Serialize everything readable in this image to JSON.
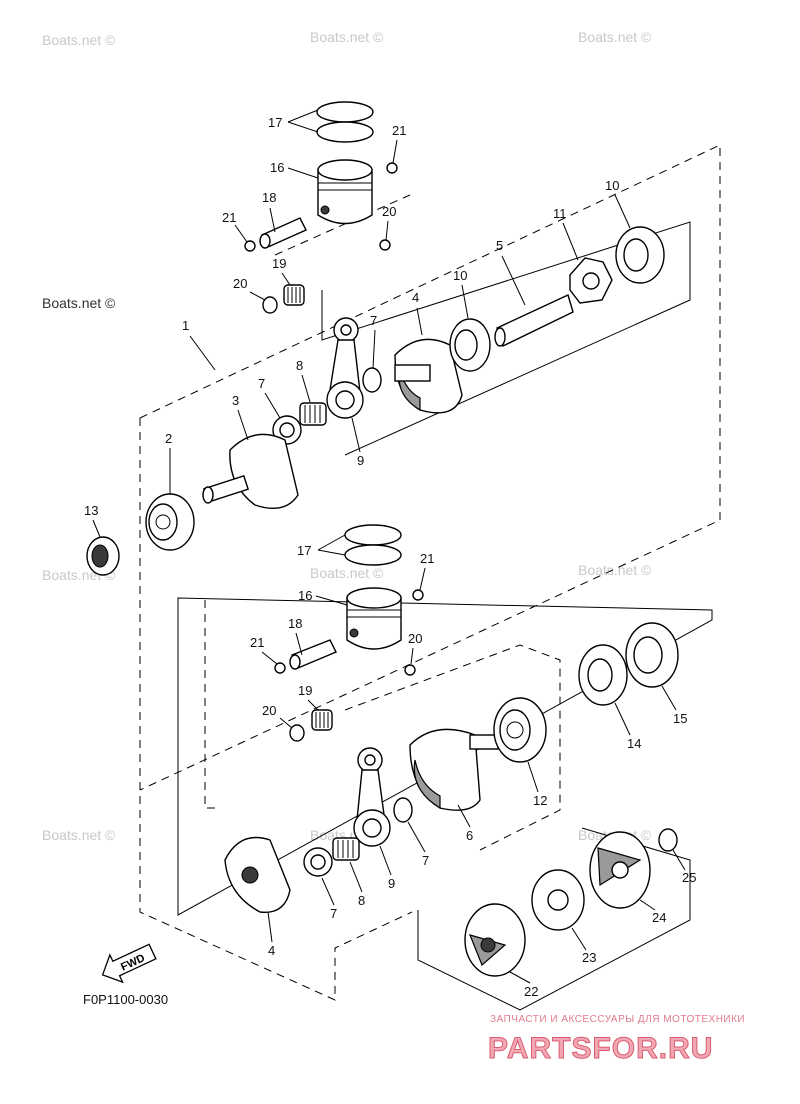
{
  "diagram_code": "F0P1100-0030",
  "fwd_label": "FWD",
  "watermark": "Boats.net ©",
  "brand": {
    "tagline": "ЗАПЧАСТИ И АКСЕССУАРЫ ДЛЯ МОТОТЕХНИКИ",
    "name": "PARTSFOR.RU"
  },
  "callouts": {
    "c1": "1",
    "c2": "2",
    "c3": "3",
    "c4a": "4",
    "c4b": "4",
    "c5": "5",
    "c6": "6",
    "c7a": "7",
    "c7b": "7",
    "c7c": "7",
    "c7d": "7",
    "c8a": "8",
    "c8b": "8",
    "c9a": "9",
    "c9b": "9",
    "c10a": "10",
    "c10b": "10",
    "c11": "11",
    "c12": "12",
    "c13": "13",
    "c14": "14",
    "c15": "15",
    "c16a": "16",
    "c16b": "16",
    "c17a": "17",
    "c17b": "17",
    "c18a": "18",
    "c18b": "18",
    "c19a": "19",
    "c19b": "19",
    "c20a": "20",
    "c20b": "20",
    "c20c": "20",
    "c20d": "20",
    "c21a": "21",
    "c21b": "21",
    "c21c": "21",
    "c21d": "21",
    "c22": "22",
    "c23": "23",
    "c24": "24",
    "c25": "25"
  }
}
